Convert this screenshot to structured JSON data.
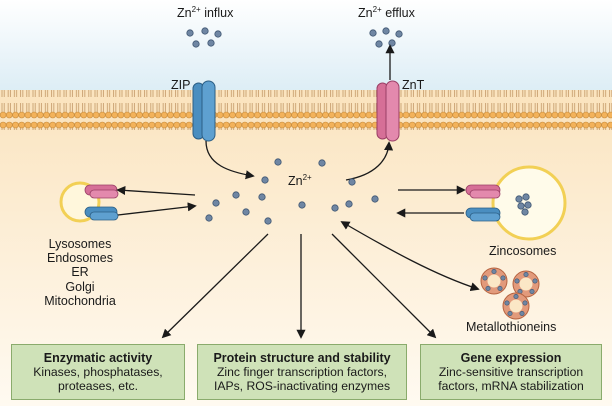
{
  "labels": {
    "influx_base": "Zn",
    "influx_sup": "2+",
    "influx_rest": " influx",
    "efflux_base": "Zn",
    "efflux_sup": "2+",
    "efflux_rest": " efflux",
    "zip": "ZIP",
    "znt": "ZnT",
    "center_base": "Zn",
    "center_sup": "2+",
    "zincosomes": "Zincosomes",
    "metallothioneins": "Metallothioneins"
  },
  "organelles": [
    "Lysosomes",
    "Endosomes",
    "ER",
    "Golgi",
    "Mitochondria"
  ],
  "boxes": [
    {
      "title": "Enzymatic activity",
      "lines": [
        "Kinases, phosphatases,",
        "proteases, etc."
      ]
    },
    {
      "title": "Protein structure and stability",
      "lines": [
        "Zinc finger transcription factors,",
        "IAPs, ROS-inactivating enzymes"
      ]
    },
    {
      "title": "Gene expression",
      "lines": [
        "Zinc-sensitive transcription",
        "factors, mRNA stabilization"
      ]
    }
  ],
  "colors": {
    "zip_transporter": "#4a8ec0",
    "znt_transporter": "#d66f97",
    "zinc_ion": "#6f86a3",
    "box_fill": "#cfe2b8",
    "vesicle_ring": "#f2d055",
    "metallothionein": "#e29a7b"
  }
}
